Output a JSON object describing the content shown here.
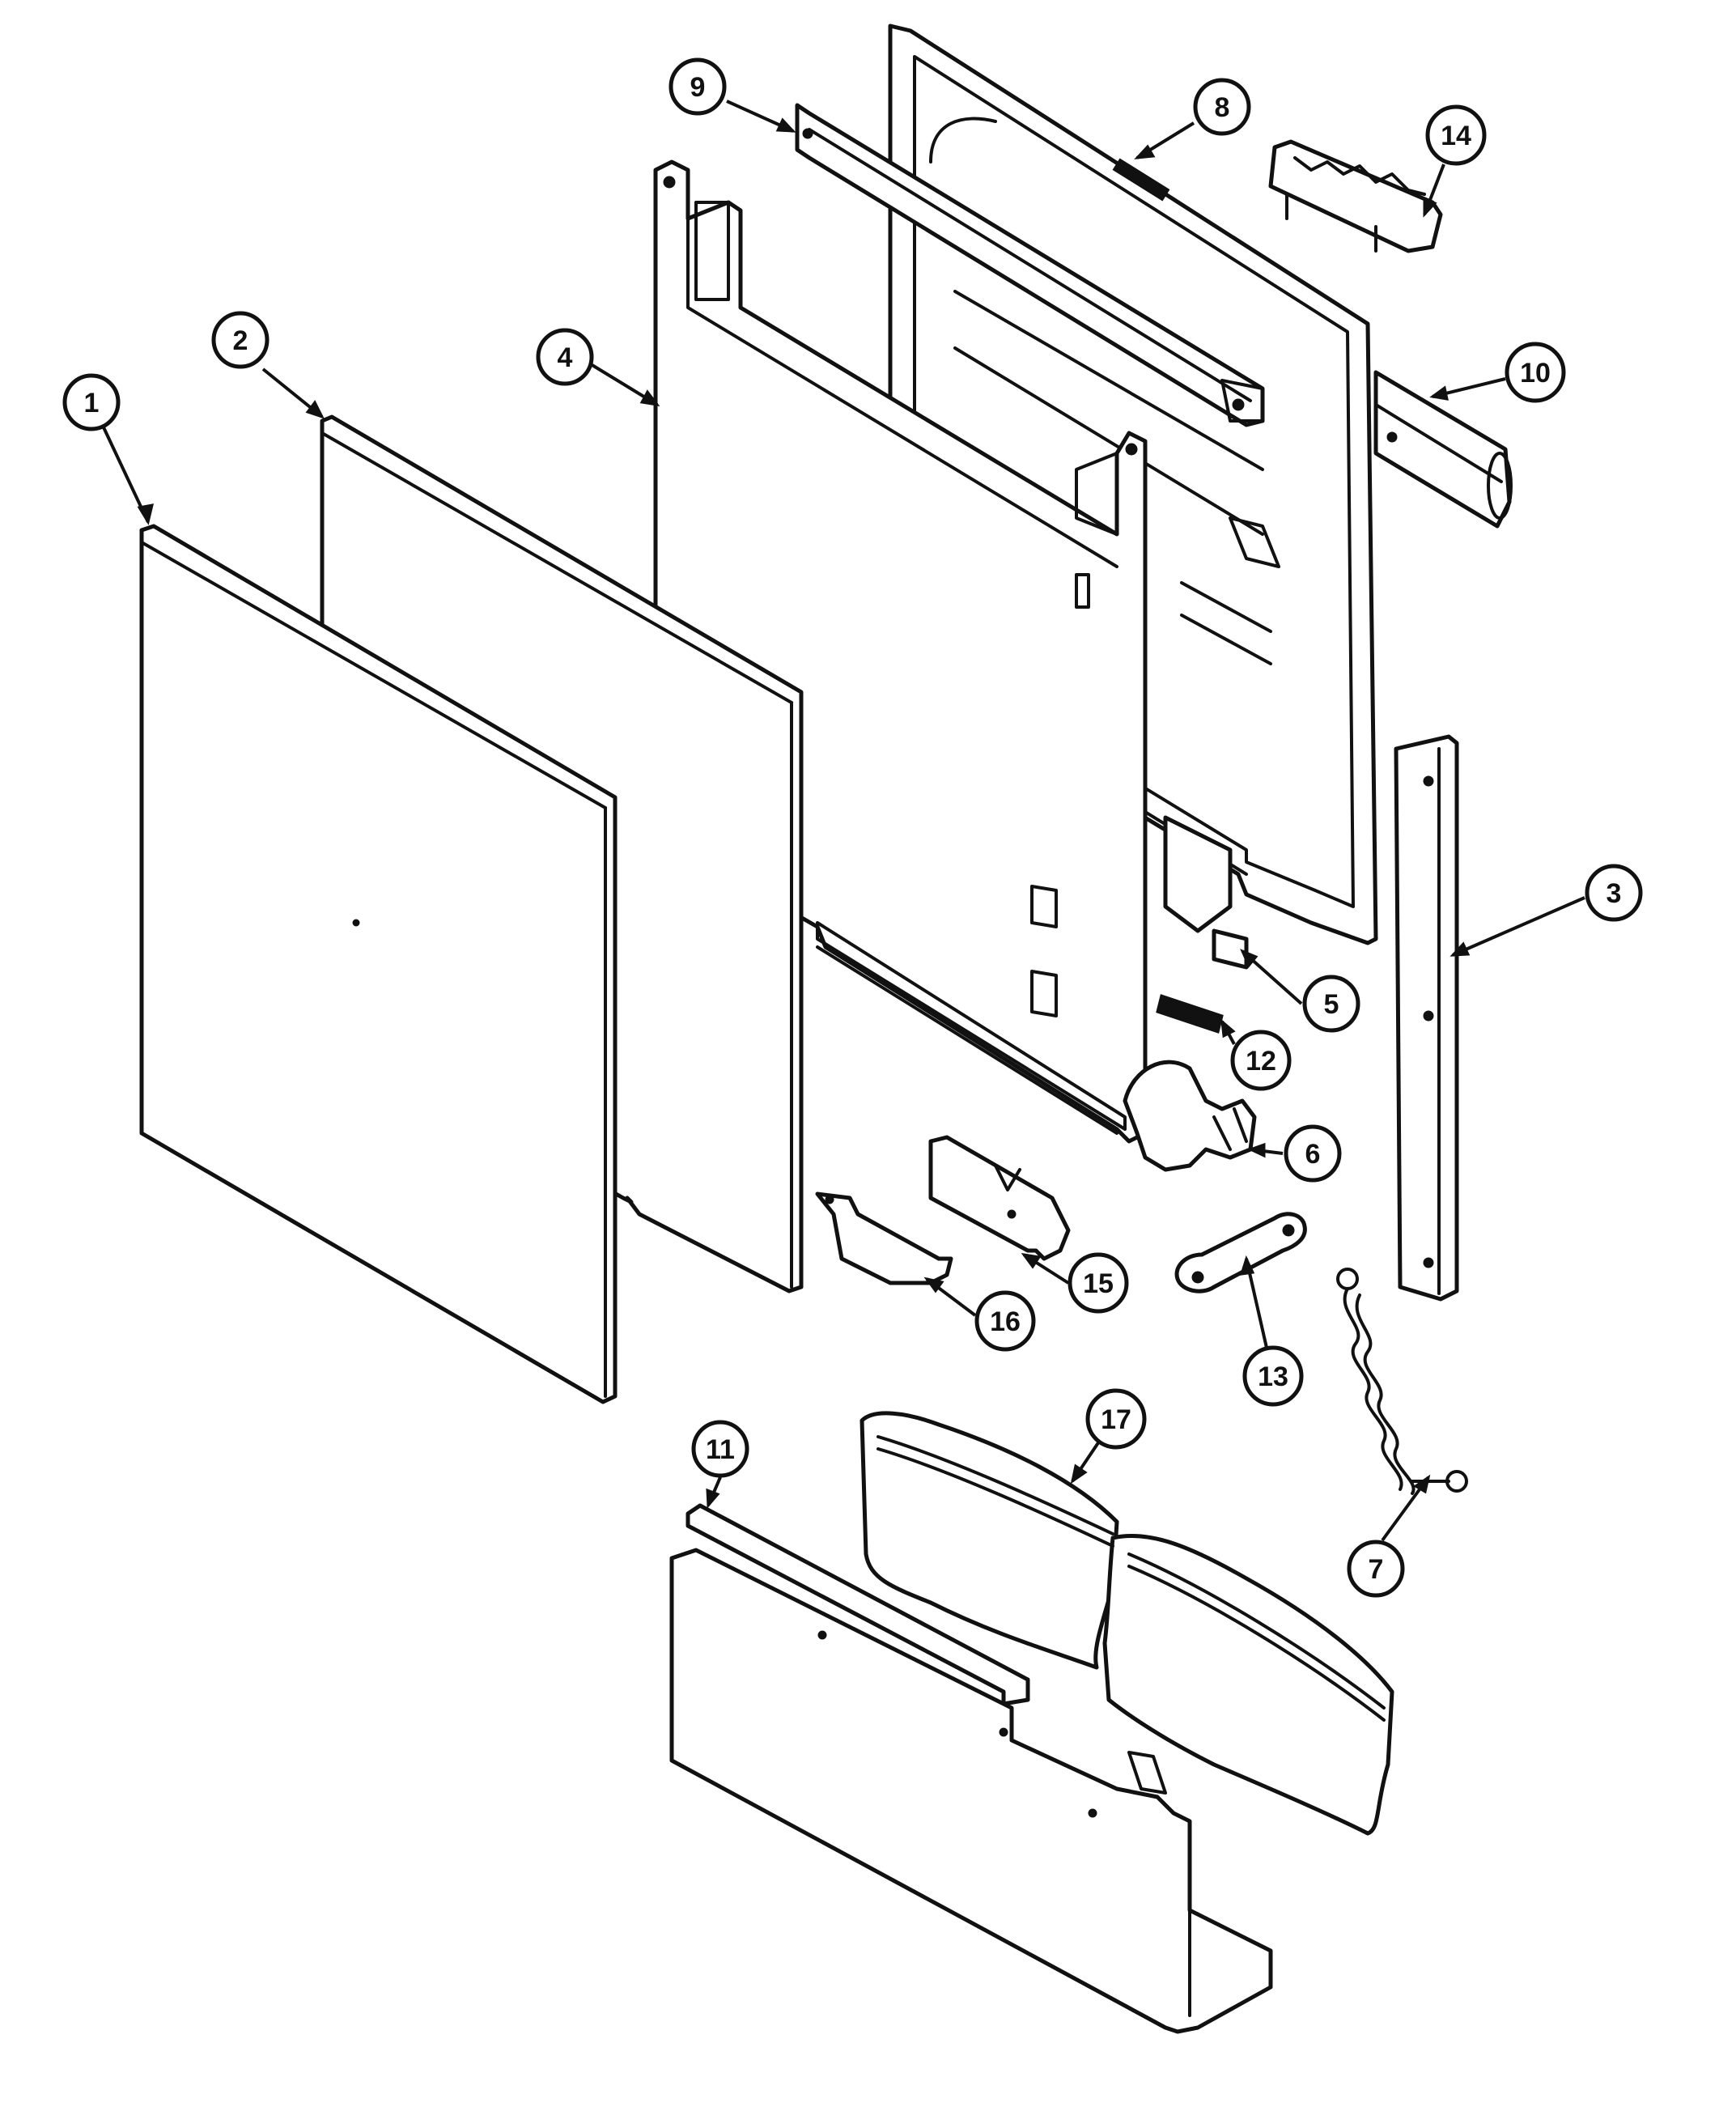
{
  "diagram": {
    "type": "exploded-parts-diagram",
    "line_color": "#111111",
    "background": "#ffffff",
    "callouts": [
      {
        "id": "1",
        "label": "1"
      },
      {
        "id": "2",
        "label": "2"
      },
      {
        "id": "3",
        "label": "3"
      },
      {
        "id": "4",
        "label": "4"
      },
      {
        "id": "5",
        "label": "5"
      },
      {
        "id": "6",
        "label": "6"
      },
      {
        "id": "7",
        "label": "7"
      },
      {
        "id": "8",
        "label": "8"
      },
      {
        "id": "9",
        "label": "9"
      },
      {
        "id": "10",
        "label": "10"
      },
      {
        "id": "11",
        "label": "11"
      },
      {
        "id": "12",
        "label": "12"
      },
      {
        "id": "13",
        "label": "13"
      },
      {
        "id": "14",
        "label": "14"
      },
      {
        "id": "15",
        "label": "15"
      },
      {
        "id": "16",
        "label": "16"
      },
      {
        "id": "17",
        "label": "17"
      }
    ]
  }
}
